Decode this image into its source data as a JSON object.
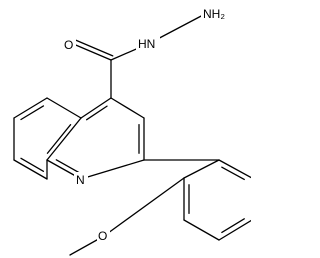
{
  "molecule": {
    "labels": {
      "hydrazine_nh2": "NH₂",
      "hydrazine_nh": "HN",
      "carbonyl_o": "O",
      "ring_n": "N",
      "ether_o": "O"
    }
  }
}
